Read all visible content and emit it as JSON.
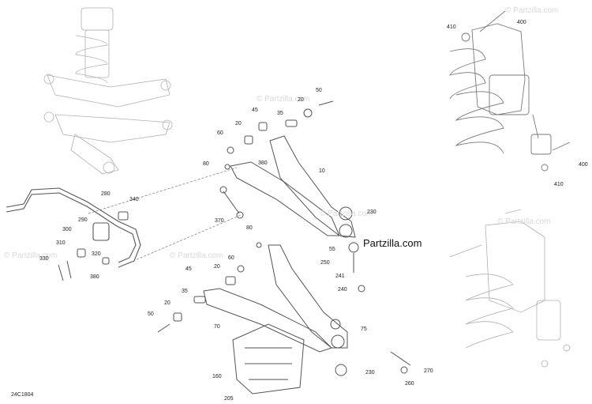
{
  "diagram_code": "24C1804",
  "watermark": "© Partzilla.com",
  "brand": "Partzilla.com",
  "callouts": {
    "c410a": "410",
    "c400a": "400",
    "c50a": "50",
    "c20a": "20",
    "c45a": "45",
    "c35a": "35",
    "c60a": "60",
    "c20b": "20",
    "c80a": "80",
    "c380a": "380",
    "c10": "10",
    "c400b": "400",
    "c410b": "410",
    "c280": "280",
    "c340": "340",
    "c290": "290",
    "c300": "300",
    "c310": "310",
    "c330": "330",
    "c320": "320",
    "c380b": "380",
    "c370": "370",
    "c230a": "230",
    "c80b": "80",
    "c55": "55",
    "c250": "250",
    "c241": "241",
    "c240": "240",
    "c60b": "60",
    "c20c": "20",
    "c45b": "45",
    "c35b": "35",
    "c20d": "20",
    "c50b": "50",
    "c70": "70",
    "c75": "75",
    "c160": "160",
    "c205": "205",
    "c230b": "230",
    "c270": "270",
    "c260": "260"
  }
}
